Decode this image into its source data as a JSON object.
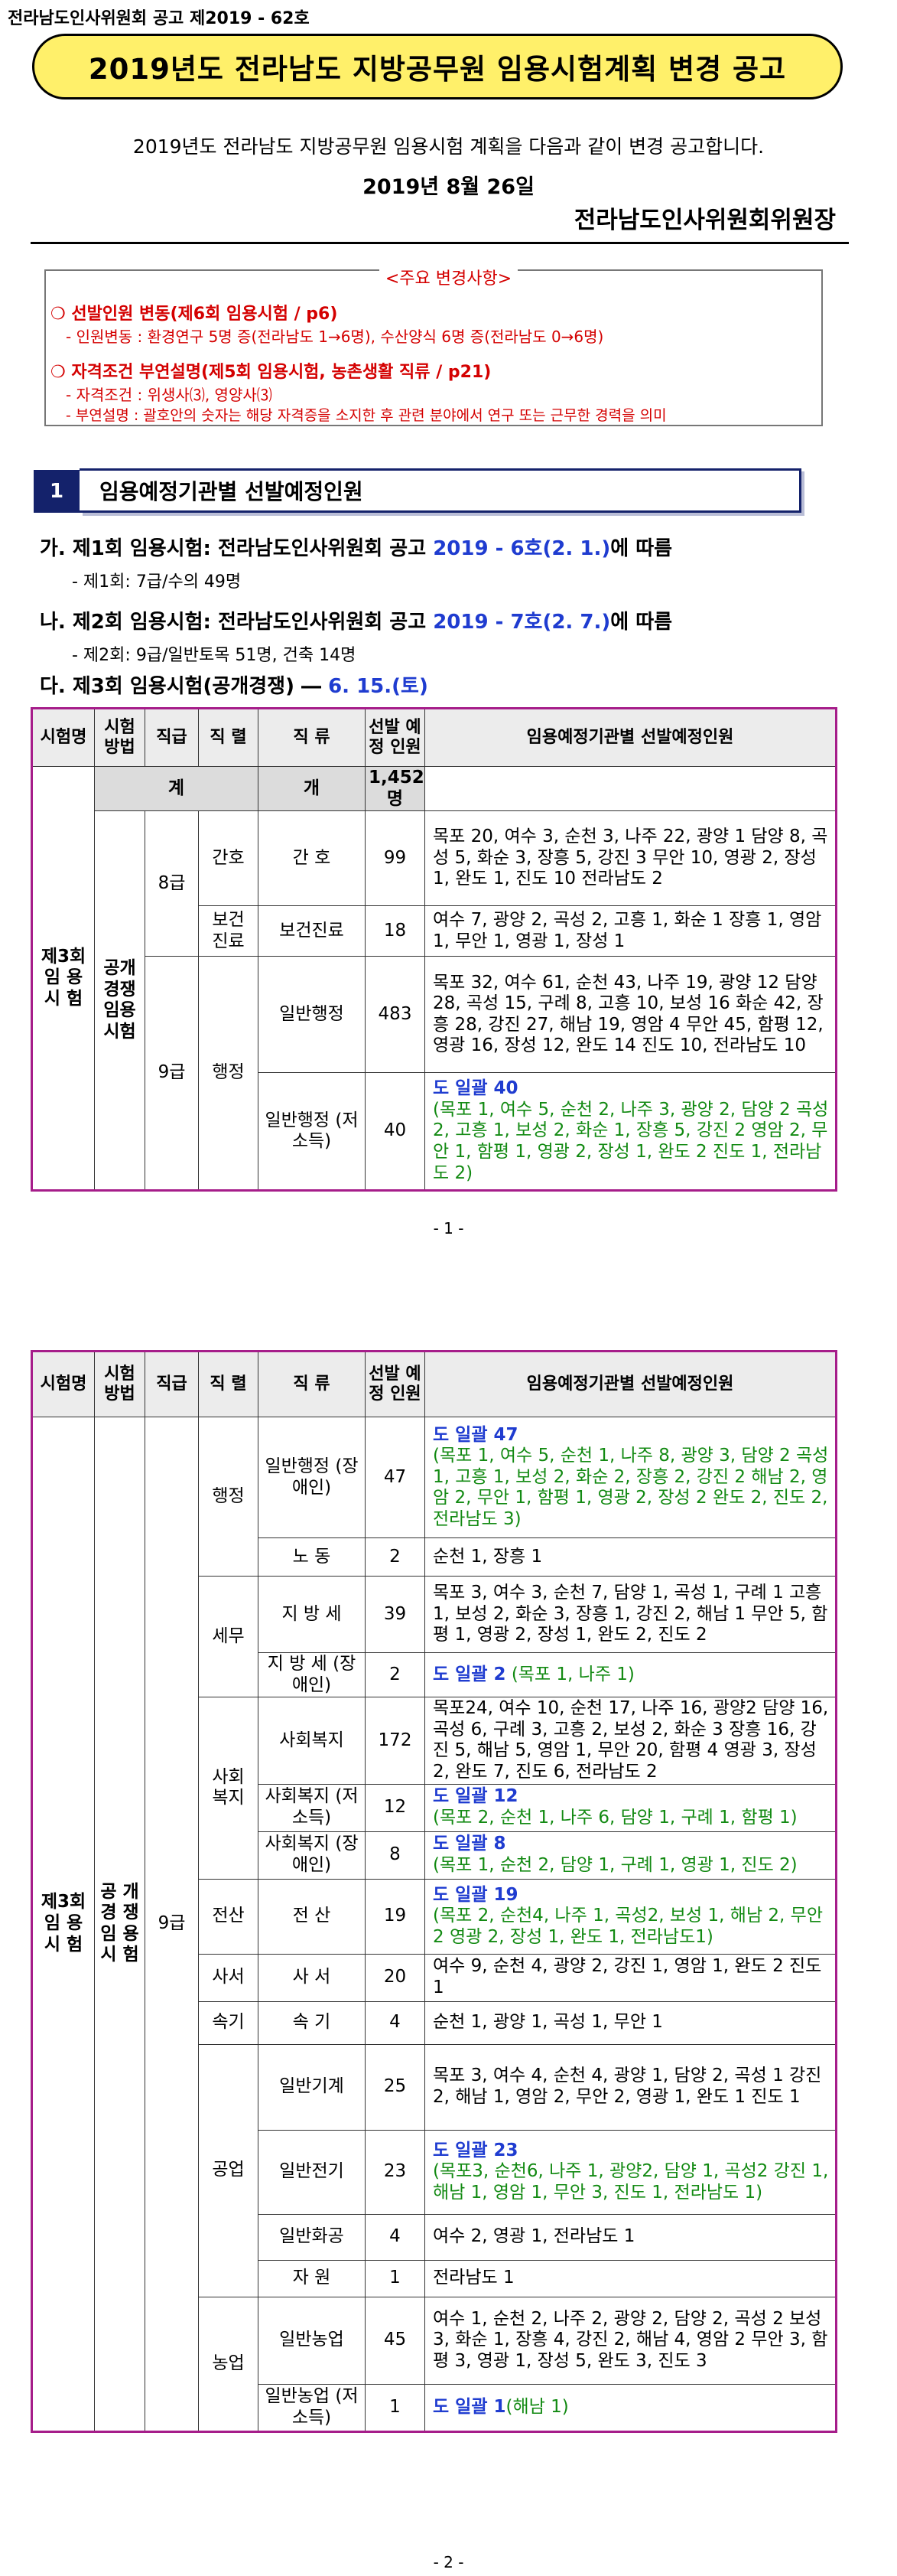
{
  "header": {
    "notice_no": "전라남도인사위원회 공고 제2019 - 62호",
    "title": "2019년도 전라남도 지방공무원 임용시험계획 변경 공고",
    "intro": "2019년도 전라남도 지방공무원 임용시험 계획을 다음과 같이 변경 공고합니다.",
    "date": "2019년  8월  26일",
    "signer": "전라남도인사위원회위원장"
  },
  "changes": {
    "heading": "<주요 변경사항>",
    "item1_title": "❍ 선발인원 변동(제6회 임용시험 / p6)",
    "item1_sub": "- 인원변동 : 환경연구 5명 증(전라남도 1→6명), 수산양식 6명 증(전라남도 0→6명)",
    "item2_title": "❍ 자격조건 부연설명(제5회 임용시험, 농촌생활 직류 / p21)",
    "item2_sub1": "- 자격조건 : 위생사⑶, 영양사⑶",
    "item2_sub2": "- 부연설명 : 괄호안의 숫자는 해당 자격증을 소지한 후 관련 분야에서 연구 또는 근무한 경력을 의미"
  },
  "section": {
    "num": "1",
    "title": "임용예정기관별 선발예정인원"
  },
  "items": {
    "ga_pre": "가. 제1회 임용시험: 전라남도인사위원회 공고 ",
    "ga_ref": "2019 - 6호(2. 1.)",
    "ga_post": "에 따름",
    "ga_sub": "- 제1회: 7급/수의 49명",
    "na_pre": "나. 제2회 임용시험: 전라남도인사위원회 공고 ",
    "na_ref": "2019 - 7호(2. 7.)",
    "na_post": "에 따름",
    "na_sub": "- 제2회: 9급/일반토목 51명, 건축 14명",
    "da_pre": "다. 제3회 임용시험(공개경쟁) ― ",
    "da_date": "6. 15.(토)"
  },
  "table_headers": {
    "exam": "시험명",
    "method": "시험 방법",
    "grade": "직급",
    "series": "직 렬",
    "class": "직 류",
    "count": "선발 예정 인원",
    "dist": "임용예정기관별 선발예정인원"
  },
  "page1": {
    "exam": "제3회 임 용 시 험",
    "method": "공개 경쟁 임용 시험",
    "total_label": "계",
    "total_class": "개",
    "total_count": "1,452명",
    "g8": "8급",
    "g9": "9급",
    "s_nurse": "간호",
    "c_nurse": "간    호",
    "n_nurse": "99",
    "d_nurse": "목포 20, 여수 3, 순천 3, 나주 22, 광양  1 담양  8, 곡성 5, 화순 3, 장흥  5, 강진  3 무안 10, 영광 2, 장성 1,  완도  1, 진도 10 전라남도 2",
    "s_health": "보건 진료",
    "c_health": "보건진료",
    "n_health": "18",
    "d_health": "여수 7, 광양 2, 곡성 2, 고흥 1, 화순 1 장흥 1, 영암 1, 무안 1, 영광 1, 장성 1",
    "s_admin": "행정",
    "c_admin": "일반행정",
    "n_admin": "483",
    "d_admin": "목포 32, 여수 61, 순천 43, 나주 19, 광양 12 담양 28, 곡성 15, 구례  8, 고흥 10, 보성 16 화순 42, 장흥 28, 강진 27, 해남 19, 영암  4 무안 45, 함평 12, 영광 16, 장성  12, 완도 14 진도 10, 전라남도 10",
    "c_admin_low": "일반행정 (저소득)",
    "n_admin_low": "40",
    "d_admin_low_head": "도 일괄 40",
    "d_admin_low_body": "(목포 1, 여수 5, 순천 2, 나주 3, 광양 2, 담양 2 곡성 2, 고흥 1, 보성 2, 화순 1, 장흥 5, 강진 2 영암 2, 무안 1, 함평 1, 영광 2, 장성 1,  완도 2 진도 1, 전라남도 2)",
    "page_no": "- 1 -"
  },
  "page2": {
    "exam": "제3회 임 용 시 험",
    "method": "공 개 경 쟁 임 용 시 험",
    "grade": "9급",
    "s_admin": "행정",
    "c_admin_dis": "일반행정 (장애인)",
    "n_admin_dis": "47",
    "d_admin_dis_head": "도 일괄 47",
    "d_admin_dis_body": "(목포 1, 여수 5, 순천 1, 나주 8, 광양 3, 담양 2 곡성 1, 고흥 1, 보성 2, 화순 2, 장흥 2, 강진 2 해남 2, 영암 2, 무안 1, 함평 1, 영광 2, 장성 2 완도 2, 진도 2,  전라남도 3)",
    "c_labor": "노    동",
    "n_labor": "2",
    "d_labor": "순천 1, 장흥 1",
    "s_tax": "세무",
    "c_tax": "지 방 세",
    "n_tax": "39",
    "d_tax": "목포 3, 여수 3, 순천 7, 담양 1, 곡성 1, 구례 1 고흥 1, 보성 2, 화순 3, 장흥 1, 강진 2, 해남 1 무안 5, 함평 1, 영광 2, 장성 1, 완도 2, 진도 2",
    "c_tax_dis": "지 방 세 (장애인)",
    "n_tax_dis": "2",
    "d_tax_dis_head": "도 일괄 2",
    "d_tax_dis_body": "(목포 1, 나주 1)",
    "s_welfare": "사회 복지",
    "c_welfare": "사회복지",
    "n_welfare": "172",
    "d_welfare": "목포24, 여수 10, 순천 17, 나주 16, 광양2 담양 16, 곡성  6, 구례 3, 고흥 2, 보성  2, 화순  3 장흥 16, 강진  5, 해남 5, 영암 1, 무안 20, 함평 4 영광  3, 장성 2, 완도 7, 진도 6, 전라남도 2",
    "c_welfare_low": "사회복지 (저소득)",
    "n_welfare_low": "12",
    "d_welfare_low_head": "도 일괄 12",
    "d_welfare_low_body": "(목포 2, 순천 1, 나주 6, 담양 1, 구례 1, 함평 1)",
    "c_welfare_dis": "사회복지 (장애인)",
    "n_welfare_dis": "8",
    "d_welfare_dis_head": "도 일괄 8",
    "d_welfare_dis_body": "(목포 1, 순천 2, 담양 1, 구례 1, 영광 1, 진도 2)",
    "s_comp": "전산",
    "c_comp": "전    산",
    "n_comp": "19",
    "d_comp_head": "도 일괄 19",
    "d_comp_body": "(목포 2, 순천4, 나주 1, 곡성2, 보성 1,  해남 2, 무안 2 영광 2, 장성 1, 완도 1, 전라남도1)",
    "s_clerk": "사서",
    "c_clerk": "사    서",
    "n_clerk": "20",
    "d_clerk": "여수 9, 순천 4, 광양 2, 강진 1, 영암 1, 완도 2 진도 1",
    "s_steno": "속기",
    "c_steno": "속    기",
    "n_steno": "4",
    "d_steno": "순천 1, 광양 1, 곡성 1, 무안 1",
    "s_eng": "공업",
    "c_mech": "일반기계",
    "n_mech": "25",
    "d_mech": "목포 3, 여수 4, 순천 4, 광양 1, 담양 2, 곡성 1 강진 2, 해남 1, 영암 2, 무안 2, 영광 1, 완도 1 진도 1",
    "c_elec": "일반전기",
    "n_elec": "23",
    "d_elec_head": "도 일괄 23",
    "d_elec_body": "(목포3, 순천6, 나주 1, 광양2, 담양 1, 곡성2 강진 1, 해남 1, 영암 1, 무안 3, 진도 1, 전라남도 1)",
    "c_chem": "일반화공",
    "n_chem": "4",
    "d_chem": "여수 2, 영광 1, 전라남도 1",
    "c_res": "자    원",
    "n_res": "1",
    "d_res": "전라남도 1",
    "s_agri": "농업",
    "c_agri": "일반농업",
    "n_agri": "45",
    "d_agri": "여수 1, 순천 2, 나주 2, 광양 2, 담양 2, 곡성 2 보성 3, 화순 1, 장흥 4, 강진 2, 해남 4, 영암 2 무안 3, 함평 3, 영광 1, 장성 5, 완도 3, 진도 3",
    "c_agri_low": "일반농업 (저소득)",
    "n_agri_low": "1",
    "d_agri_low_head": "도 일괄 1",
    "d_agri_low_body": "(해남 1)",
    "page_no": "- 2 -"
  }
}
